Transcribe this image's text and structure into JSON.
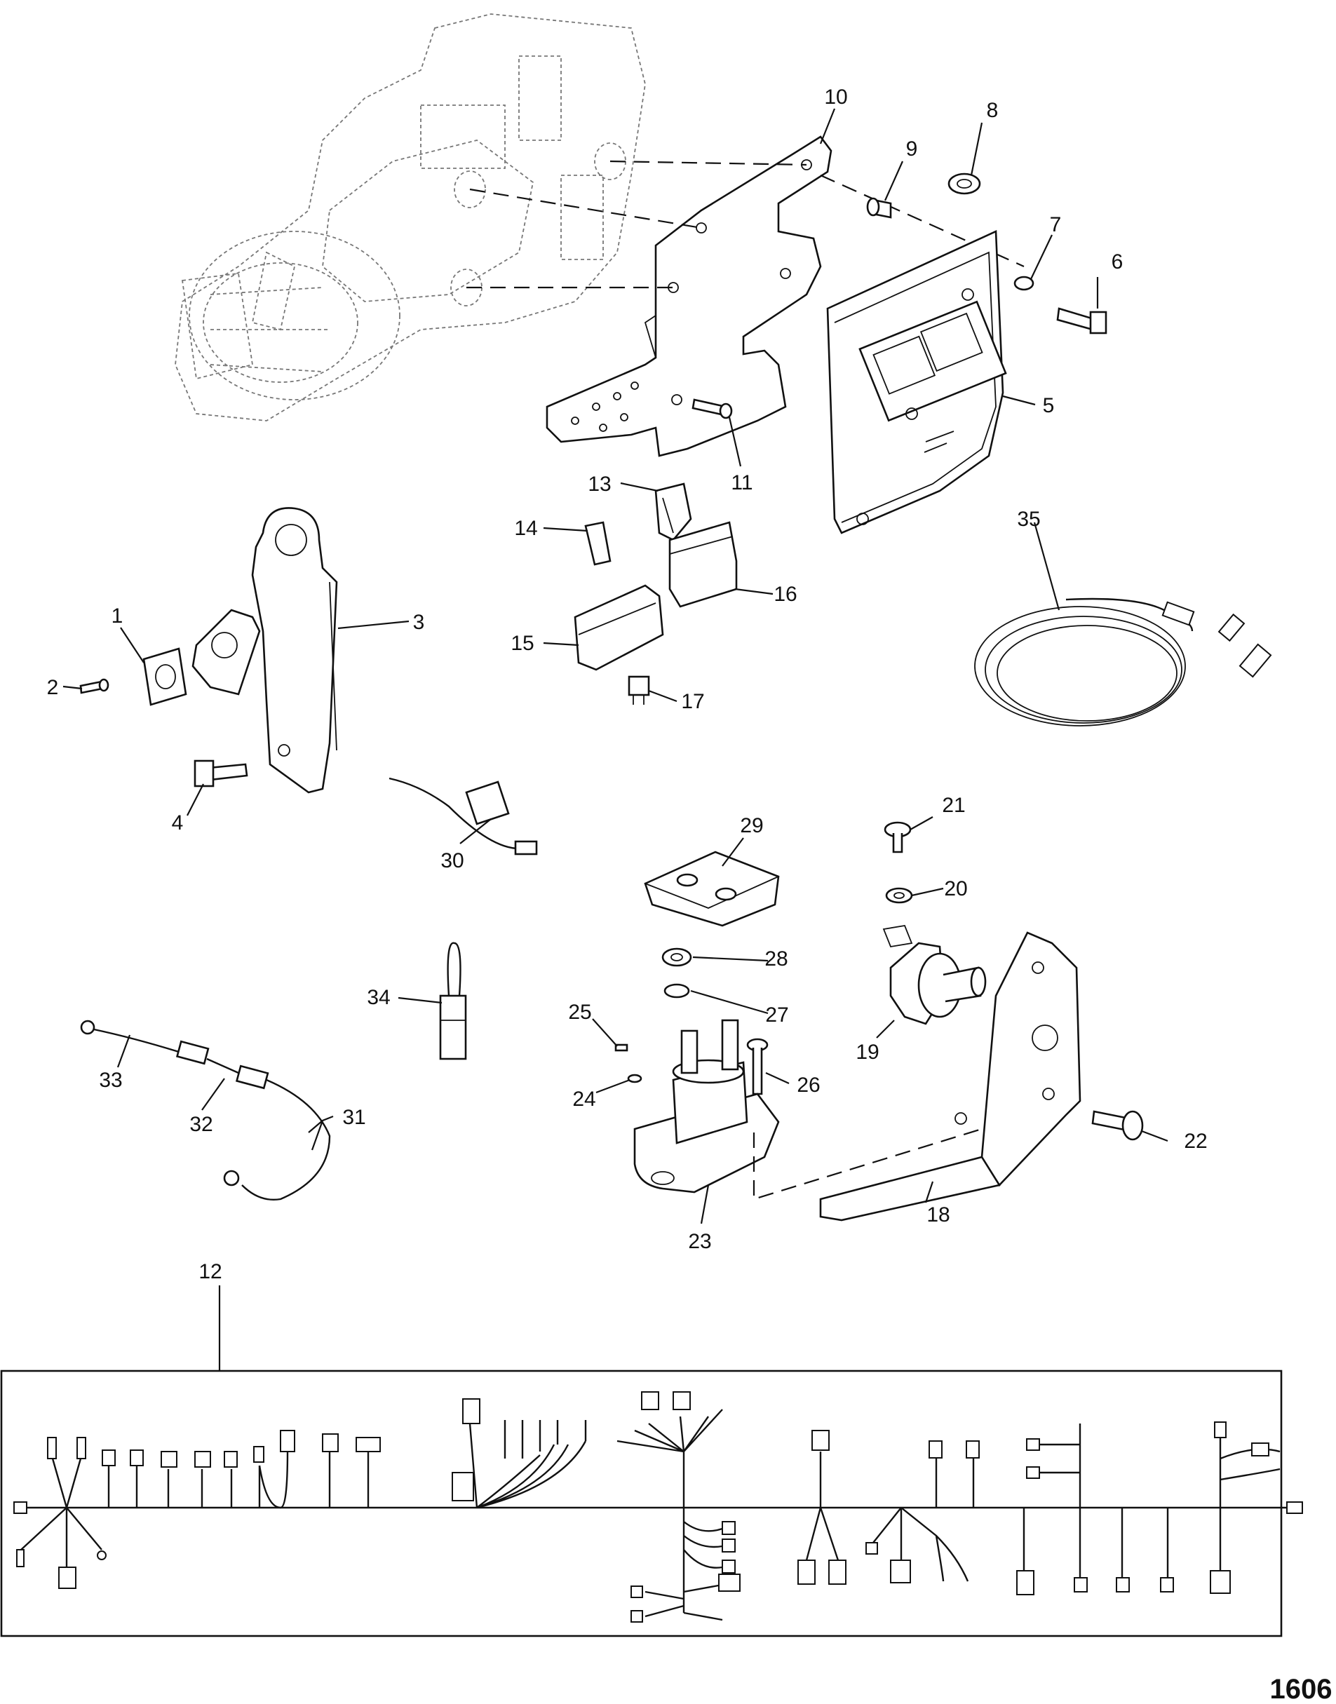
{
  "figure_number": "1606",
  "callouts": [
    {
      "id": "1",
      "label": "1"
    },
    {
      "id": "2",
      "label": "2"
    },
    {
      "id": "3",
      "label": "3"
    },
    {
      "id": "4",
      "label": "4"
    },
    {
      "id": "5",
      "label": "5"
    },
    {
      "id": "6",
      "label": "6"
    },
    {
      "id": "7",
      "label": "7"
    },
    {
      "id": "8",
      "label": "8"
    },
    {
      "id": "9",
      "label": "9"
    },
    {
      "id": "10",
      "label": "10"
    },
    {
      "id": "11",
      "label": "11"
    },
    {
      "id": "12",
      "label": "12"
    },
    {
      "id": "13",
      "label": "13"
    },
    {
      "id": "14",
      "label": "14"
    },
    {
      "id": "15",
      "label": "15"
    },
    {
      "id": "16",
      "label": "16"
    },
    {
      "id": "17",
      "label": "17"
    },
    {
      "id": "18",
      "label": "18"
    },
    {
      "id": "19",
      "label": "19"
    },
    {
      "id": "20",
      "label": "20"
    },
    {
      "id": "21",
      "label": "21"
    },
    {
      "id": "22",
      "label": "22"
    },
    {
      "id": "23",
      "label": "23"
    },
    {
      "id": "24",
      "label": "24"
    },
    {
      "id": "25",
      "label": "25"
    },
    {
      "id": "26",
      "label": "26"
    },
    {
      "id": "27",
      "label": "27"
    },
    {
      "id": "28",
      "label": "28"
    },
    {
      "id": "29",
      "label": "29"
    },
    {
      "id": "30",
      "label": "30"
    },
    {
      "id": "31",
      "label": "31"
    },
    {
      "id": "32",
      "label": "32"
    },
    {
      "id": "33",
      "label": "33"
    },
    {
      "id": "34",
      "label": "34"
    },
    {
      "id": "35",
      "label": "35"
    }
  ]
}
